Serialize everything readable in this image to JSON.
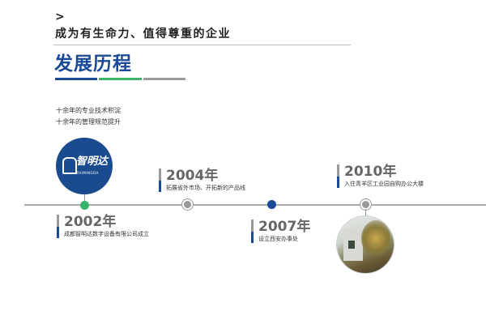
{
  "header": {
    "chevron": ">",
    "slogan": "成为有生命力、值得尊重的企业",
    "title": "发展历程"
  },
  "intro": [
    "十余年的专业技术积淀",
    "十余年的管理规范提升"
  ],
  "logo": {
    "name": "智明达",
    "sub": "ZHIMINGDA"
  },
  "colors": {
    "blue": "#1a4a97",
    "green": "#3cb36a",
    "gray": "#999999"
  },
  "milestones": [
    {
      "year": "2002年",
      "desc": "成都智明达数字设备有限公司成立"
    },
    {
      "year": "2004年",
      "desc": "拓展省外市场、开拓新的产品线"
    },
    {
      "year": "2007年",
      "desc": "设立西安办事处"
    },
    {
      "year": "2010年",
      "desc": "入住青羊区工业园自购办公大楼"
    }
  ]
}
